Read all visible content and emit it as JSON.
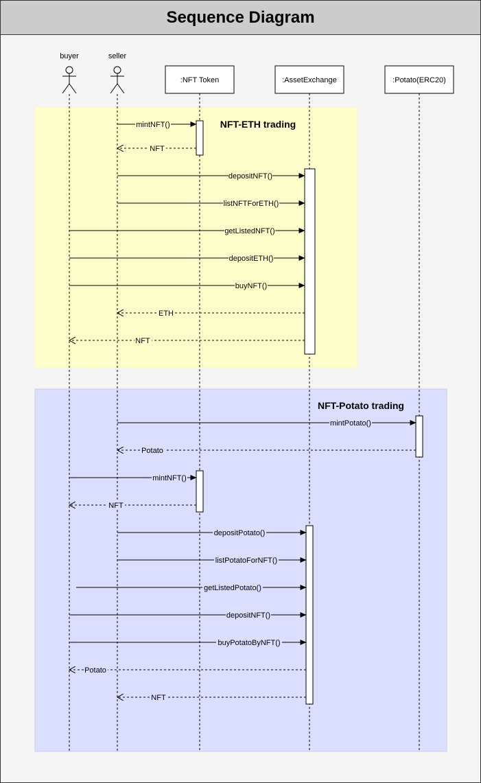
{
  "title": "Sequence Diagram",
  "colors": {
    "group_eth_fill": "#ffffcc",
    "group_potato_fill": "#dadeff",
    "line": "#000000",
    "background": "#f5f5f5",
    "title_bar": "#cccccc"
  },
  "participants": [
    {
      "id": "buyer",
      "label": "buyer",
      "kind": "actor"
    },
    {
      "id": "seller",
      "label": "seller",
      "kind": "actor"
    },
    {
      "id": "nft",
      "label": ":NFT Token",
      "kind": "object"
    },
    {
      "id": "exchange",
      "label": ":AssetExchange",
      "kind": "object"
    },
    {
      "id": "potato",
      "label": ":Potato(ERC20)",
      "kind": "object"
    }
  ],
  "groups": [
    {
      "label": "NFT-ETH trading",
      "color_key": "group_eth_fill"
    },
    {
      "label": "NFT-Potato trading",
      "color_key": "group_potato_fill"
    }
  ],
  "messages": [
    {
      "from": "seller",
      "to": "nft",
      "label": "mintNFT()",
      "type": "call"
    },
    {
      "from": "nft",
      "to": "seller",
      "label": "NFT",
      "type": "return"
    },
    {
      "from": "seller",
      "to": "exchange",
      "label": "depositNFT()",
      "type": "call"
    },
    {
      "from": "seller",
      "to": "exchange",
      "label": "listNFTForETH()",
      "type": "call"
    },
    {
      "from": "buyer",
      "to": "exchange",
      "label": "getListedNFT()",
      "type": "call"
    },
    {
      "from": "buyer",
      "to": "exchange",
      "label": "depositETH()",
      "type": "call"
    },
    {
      "from": "buyer",
      "to": "exchange",
      "label": "buyNFT()",
      "type": "call"
    },
    {
      "from": "exchange",
      "to": "seller",
      "label": "ETH",
      "type": "return"
    },
    {
      "from": "exchange",
      "to": "buyer",
      "label": "NFT",
      "type": "return"
    },
    {
      "from": "seller",
      "to": "potato",
      "label": "mintPotato()",
      "type": "call"
    },
    {
      "from": "potato",
      "to": "seller",
      "label": "Potato",
      "type": "return"
    },
    {
      "from": "buyer",
      "to": "nft",
      "label": "mintNFT()",
      "type": "call"
    },
    {
      "from": "nft",
      "to": "buyer",
      "label": "NFT",
      "type": "return"
    },
    {
      "from": "seller",
      "to": "exchange",
      "label": "depositPotato()",
      "type": "call"
    },
    {
      "from": "seller",
      "to": "exchange",
      "label": "listPotatoForNFT()",
      "type": "call"
    },
    {
      "from": "buyer",
      "to": "exchange",
      "label": "getListedPotato()",
      "type": "call"
    },
    {
      "from": "buyer",
      "to": "exchange",
      "label": "depositNFT()",
      "type": "call"
    },
    {
      "from": "buyer",
      "to": "exchange",
      "label": "buyPotatoByNFT()",
      "type": "call"
    },
    {
      "from": "exchange",
      "to": "buyer",
      "label": "Potato",
      "type": "return"
    },
    {
      "from": "exchange",
      "to": "seller",
      "label": "NFT",
      "type": "return"
    }
  ]
}
